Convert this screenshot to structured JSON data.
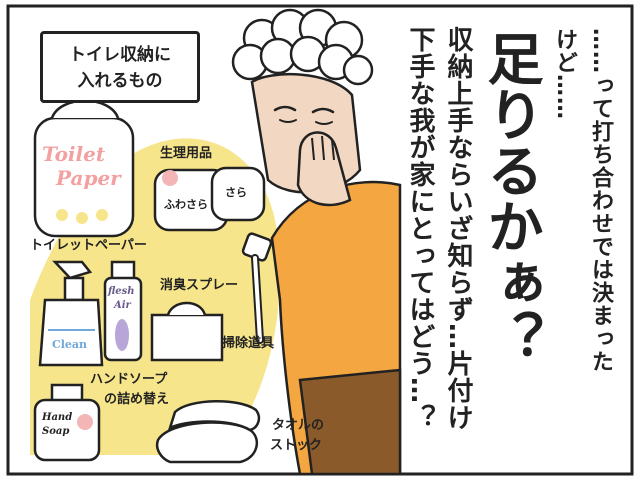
{
  "box_title": {
    "line1": "トイレ収納に",
    "line2": "入れるもの"
  },
  "items": {
    "toilet_paper": "トイレットペーパー",
    "sanitary": "生理用品",
    "spray": "消臭スプレー",
    "cleaning_tool": "掃除道具",
    "hand_soap_line1": "ハンドソープ",
    "hand_soap_line2": "の詰め替え",
    "towel_line1": "タオルの",
    "towel_line2": "ストック"
  },
  "product_labels": {
    "toilet_paper_1": "Toilet",
    "toilet_paper_2": "Paper",
    "sanitary_1": "ふわさら",
    "sanitary_2": "さら",
    "cleaner": "Clean",
    "spray_1": "flesh",
    "spray_2": "Air",
    "soap_1": "Hand",
    "soap_2": "Soap"
  },
  "vertical_text": {
    "col1": "……って打ち合わせでは決まった",
    "col2": "けど……",
    "big": "足りるかぁ？",
    "col4": "収納上手ならいざ知らず…片付け",
    "col5": "下手な我が家にとってはどう…？"
  },
  "colors": {
    "outline": "#222222",
    "yellow_bg": "#f6e58a",
    "orange_top": "#f4a640",
    "brown": "#8a5a2b",
    "skin": "#f2d8c2",
    "pink": "#f3b5b5",
    "lavender": "#b8a6d9",
    "blue": "#6fa8dc"
  },
  "icons": [
    "toilet-paper-icon",
    "sanitary-pads-icon",
    "spray-bottle-icon",
    "air-freshener-icon",
    "cleaning-brush-icon",
    "tissue-box-icon",
    "hand-soap-icon",
    "towel-icon",
    "worried-woman-icon"
  ]
}
